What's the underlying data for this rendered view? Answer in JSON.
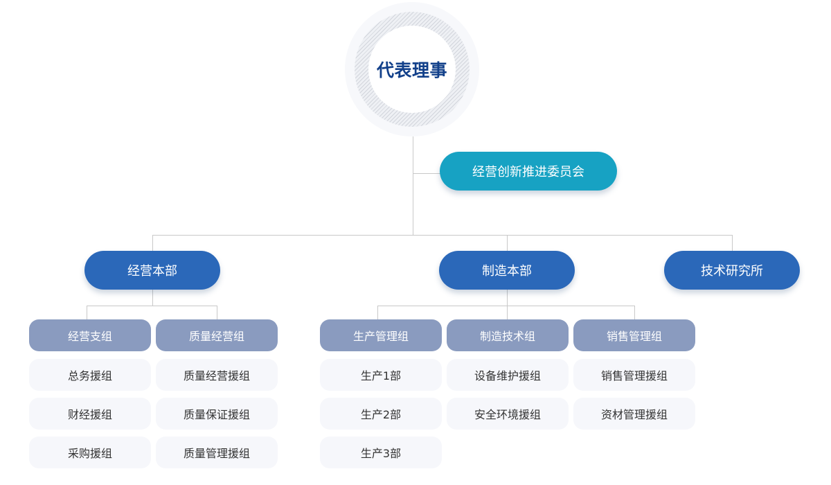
{
  "org": {
    "ceo": "代表理事",
    "committee": "经营创新推进委员会",
    "divisions": [
      {
        "name": "经营本部",
        "groups": [
          {
            "name": "经营支组",
            "teams": [
              "总务援组",
              "财经援组",
              "采购援组"
            ]
          },
          {
            "name": "质量经营组",
            "teams": [
              "质量经营援组",
              "质量保证援组",
              "质量管理援组"
            ]
          }
        ]
      },
      {
        "name": "制造本部",
        "groups": [
          {
            "name": "生产管理组",
            "teams": [
              "生产1部",
              "生产2部",
              "生产3部"
            ]
          },
          {
            "name": "制造技术组",
            "teams": [
              "设备维护援组",
              "安全环境援组"
            ]
          },
          {
            "name": "销售管理组",
            "teams": [
              "销售管理援组",
              "资材管理援组"
            ]
          }
        ]
      },
      {
        "name": "技术研究所",
        "groups": []
      }
    ]
  },
  "colors": {
    "ceo_text": "#12408a",
    "committee": "#17a2c3",
    "division": "#2b68b9",
    "group": "#8a9bbf",
    "team": "#f6f7fb",
    "connector": "#c8c8c8"
  }
}
